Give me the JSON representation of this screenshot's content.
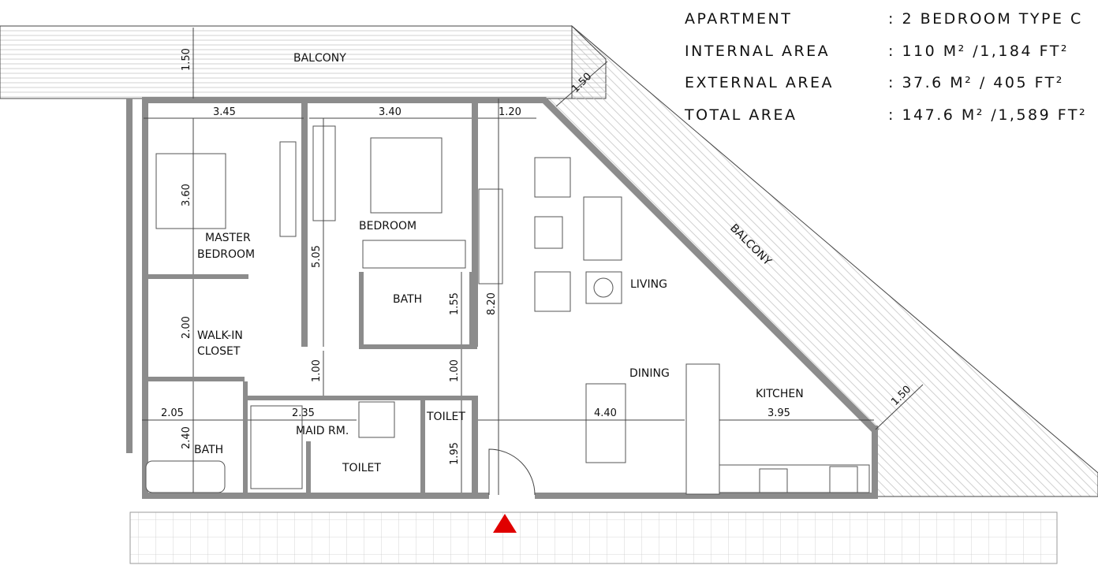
{
  "info": [
    {
      "label": "APARTMENT",
      "value": ": 2 BEDROOM TYPE C"
    },
    {
      "label": "INTERNAL AREA",
      "value": ": 110  M² /1,184 FT²"
    },
    {
      "label": "EXTERNAL AREA",
      "value": ": 37.6 M² /   405 FT²"
    },
    {
      "label": "TOTAL AREA",
      "value": ": 147.6 M² /1,589 FT²"
    }
  ],
  "rooms": {
    "balcony_top": "BALCONY",
    "balcony_diag": "BALCONY",
    "master_bedroom_1": "MASTER",
    "master_bedroom_2": "BEDROOM",
    "bedroom": "BEDROOM",
    "bath_bedroom": "BATH",
    "walkin_1": "WALK-IN",
    "walkin_2": "CLOSET",
    "living": "LIVING",
    "dining": "DINING",
    "kitchen": "KITCHEN",
    "maid": "MAID RM.",
    "toilet_right": "TOILET",
    "toilet_maid": "TOILET",
    "bath_master": "BATH"
  },
  "dims": {
    "balcony_depth": "1.50",
    "master_width": "3.45",
    "bedroom_width": "3.40",
    "hall_width": "1.20",
    "diag_balcony_depth": "1.50",
    "master_depth": "3.60",
    "bedroom_depth": "5.05",
    "living_depth": "8.20",
    "bath_depth": "1.55",
    "closet_depth": "2.00",
    "corridor_1": "1.00",
    "corridor_2": "1.00",
    "bath_width": "2.05",
    "maid_width": "2.35",
    "bath_depth_master": "2.40",
    "toilet_depth": "1.95",
    "dining_width": "4.40",
    "kitchen_width": "3.95",
    "diag_balcony_depth_2": "1.50"
  },
  "colors": {
    "wall": "#8c8c8c",
    "entrance_marker": "#e00000"
  }
}
